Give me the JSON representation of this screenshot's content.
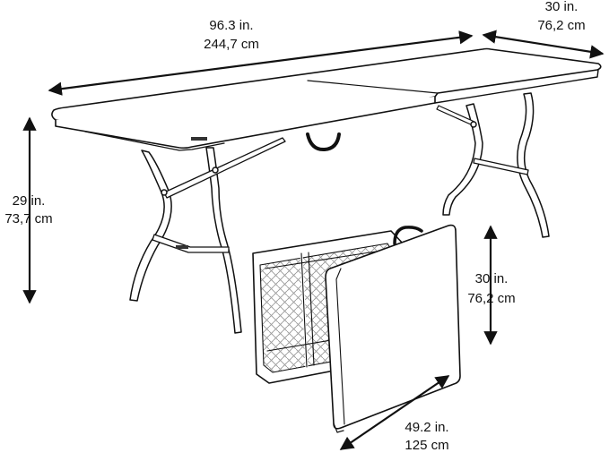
{
  "dimensions": {
    "length": {
      "imperial": "96.3 in.",
      "metric": "244,7 cm"
    },
    "width": {
      "imperial": "30 in.",
      "metric": "76,2 cm"
    },
    "height": {
      "imperial": "29 in.",
      "metric": "73,7 cm"
    },
    "folded_height": {
      "imperial": "30 in.",
      "metric": "76,2 cm"
    },
    "folded_length": {
      "imperial": "49.2 in.",
      "metric": "125 cm"
    }
  },
  "colors": {
    "line": "#111111",
    "table_fill": "#ffffff",
    "texture": "#9a9a9a"
  }
}
